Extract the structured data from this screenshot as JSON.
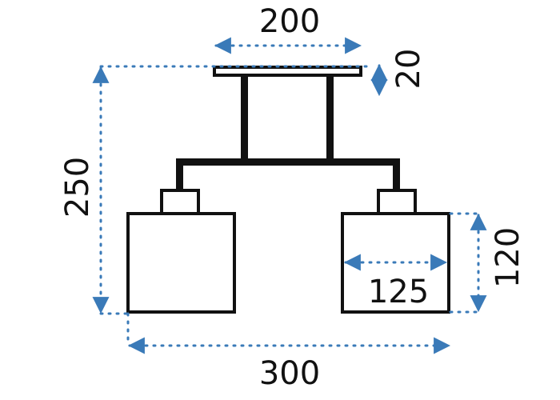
{
  "dimensions": {
    "top_width": "200",
    "plate_height": "20",
    "total_height": "250",
    "shade_width": "125",
    "shade_height": "120",
    "total_width": "300"
  },
  "colors": {
    "dimension_line": "#3a7ab8",
    "drawing": "#111111",
    "background": "#ffffff"
  }
}
